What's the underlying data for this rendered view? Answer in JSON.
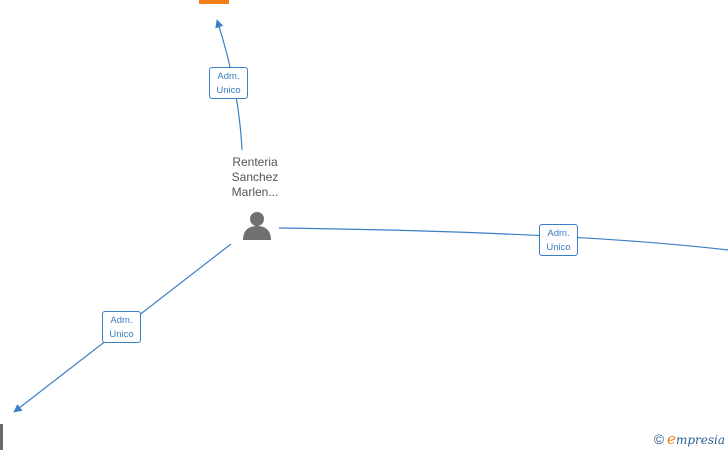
{
  "diagram": {
    "center_node": {
      "name_lines": [
        "Renteria",
        "Sanchez",
        "Marlen..."
      ],
      "icon": "person-icon"
    },
    "edges": [
      {
        "id": "top",
        "label_lines": [
          "Adm.",
          "Unico"
        ]
      },
      {
        "id": "right",
        "label_lines": [
          "Adm.",
          "Unico"
        ]
      },
      {
        "id": "bottom-left",
        "label_lines": [
          "Adm.",
          "Unico"
        ]
      }
    ],
    "colors": {
      "edge": "#3b7fc4",
      "person_icon": "#707070",
      "company_icon": "#f07f19"
    }
  },
  "footer": {
    "copyright_symbol": "©",
    "brand_first": "e",
    "brand_rest": "mpresia"
  }
}
